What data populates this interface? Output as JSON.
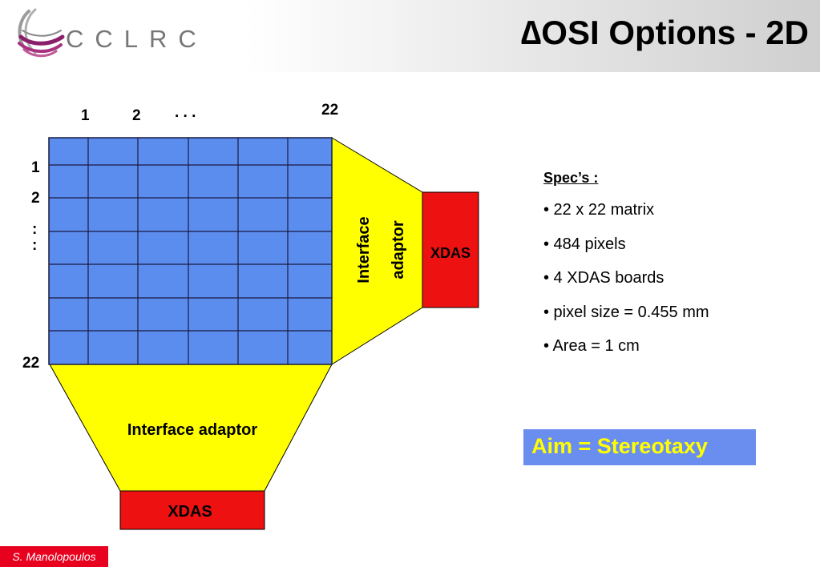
{
  "header": {
    "logo_text": "CCLRC",
    "title": "∆OSI Options - 2D"
  },
  "diagram": {
    "col_labels": [
      "1",
      "2",
      ". . .",
      "22"
    ],
    "row_labels": [
      "1",
      "2",
      ":",
      ":",
      "22"
    ],
    "side_adaptor": [
      "Interface",
      "adaptor"
    ],
    "side_xdas": "XDAS",
    "bottom_adaptor": "Interface adaptor",
    "bottom_xdas": "XDAS",
    "colors": {
      "pixel": "#5b8def",
      "grid_line": "#1a1a40",
      "adaptor": "#ffff00",
      "xdas": "#ee1111"
    }
  },
  "specs": {
    "title": "Spec’s :",
    "items": [
      "• 22 x 22 matrix",
      "• 484 pixels",
      "• 4 XDAS boards",
      "• pixel size = 0.455 mm",
      "• Area = 1 cm"
    ]
  },
  "aim": "Aim = Stereotaxy",
  "footer": "S. Manolopoulos"
}
